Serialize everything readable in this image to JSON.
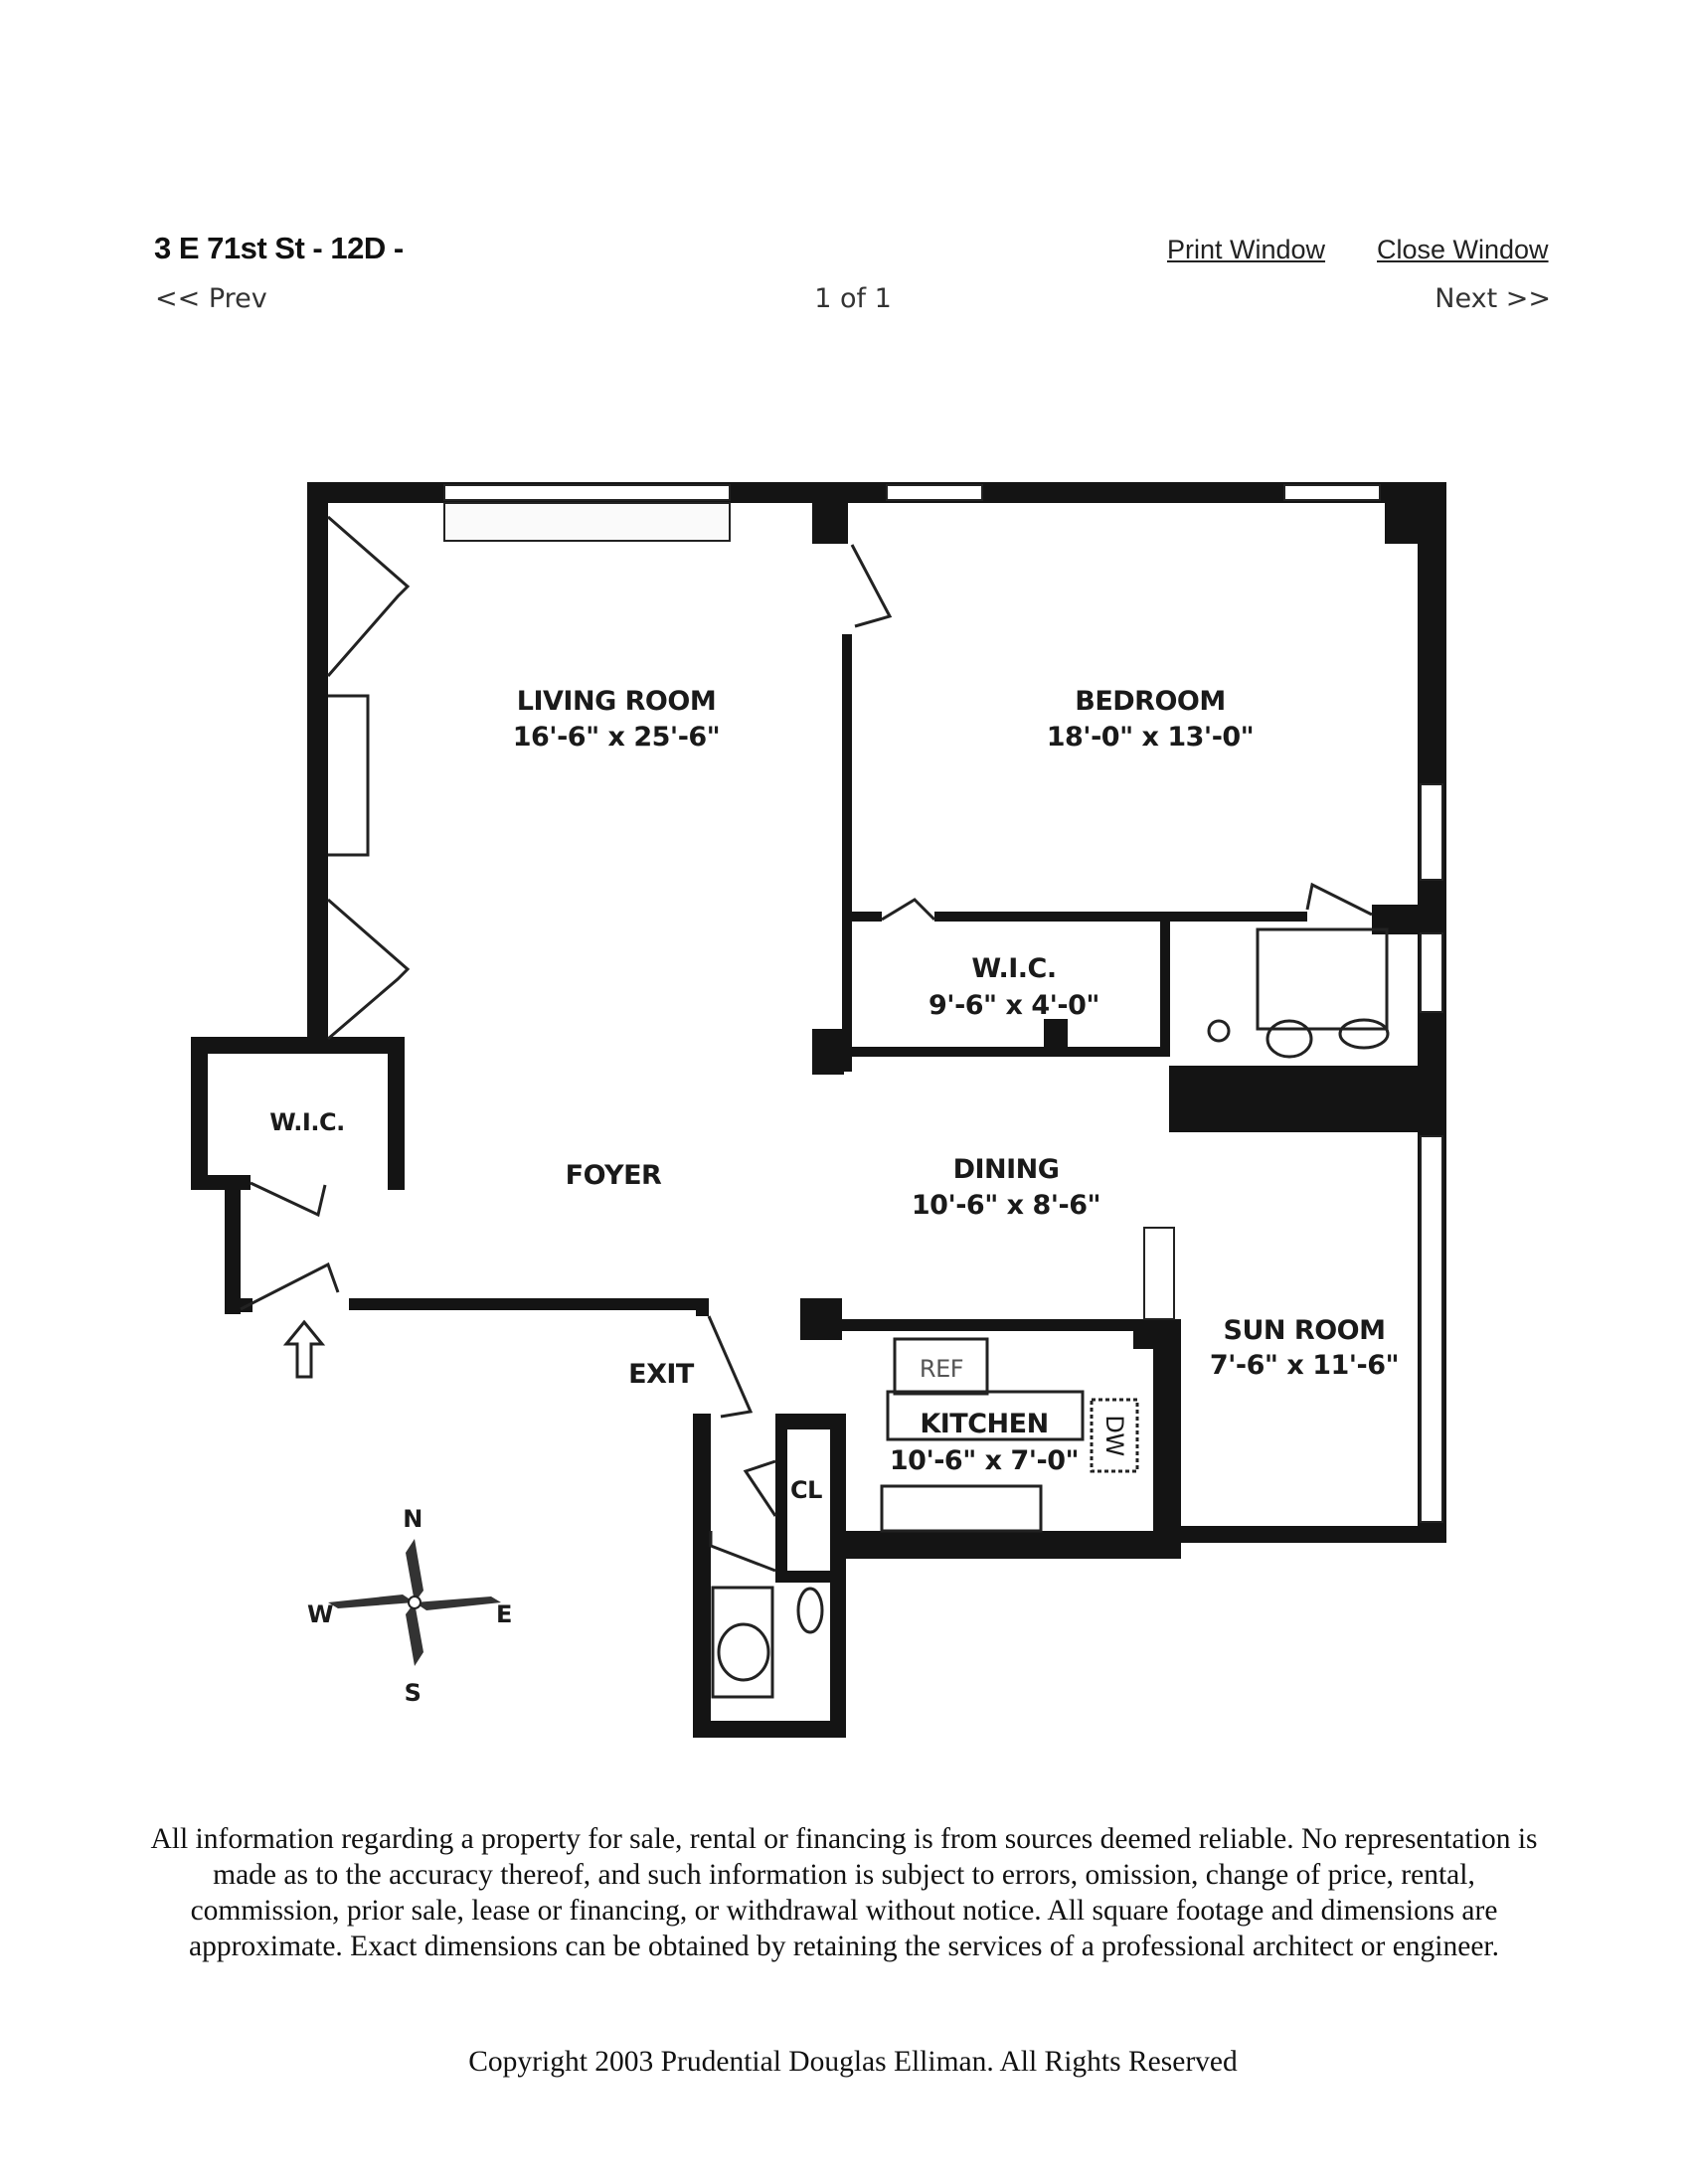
{
  "header": {
    "title": "3 E 71st St - 12D -",
    "print_label": "Print Window",
    "close_label": "Close Window",
    "prev_label": "<< Prev",
    "pager": "1 of 1",
    "next_label": "Next >>"
  },
  "floorplan": {
    "rooms": [
      {
        "name": "LIVING ROOM",
        "dims": "16'-6\" x 25'-6\""
      },
      {
        "name": "BEDROOM",
        "dims": "18'-0\" x 13'-0\""
      },
      {
        "name": "W.I.C.",
        "dims": "9'-6\" x 4'-0\""
      },
      {
        "name": "W.I.C."
      },
      {
        "name": "FOYER"
      },
      {
        "name": "DINING",
        "dims": "10'-6\" x 8'-6\""
      },
      {
        "name": "SUN ROOM",
        "dims": "7'-6\" x 11'-6\""
      },
      {
        "name": "KITCHEN",
        "dims": "10'-6\" x 7'-0\""
      }
    ],
    "labels": {
      "exit": "EXIT",
      "ref": "REF",
      "dw": "DW",
      "cl": "CL"
    },
    "compass": {
      "n": "N",
      "s": "S",
      "e": "E",
      "w": "W"
    }
  },
  "footer": {
    "disclaimer": "All information regarding a property for sale, rental or financing is from sources deemed reliable. No representation is made as to the accuracy thereof, and such information is subject to errors, omission, change of price, rental, commission, prior sale, lease or financing, or withdrawal without notice. All square footage and dimensions are approximate. Exact dimensions can be obtained by retaining the services of a professional architect or engineer.",
    "copyright": "Copyright 2003 Prudential Douglas Elliman. All Rights Reserved"
  }
}
